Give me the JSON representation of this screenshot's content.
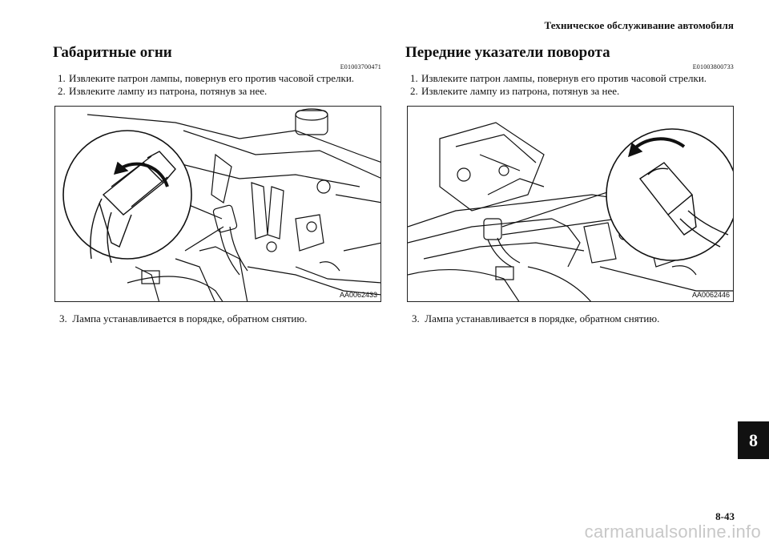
{
  "header": {
    "running_title": "Техническое обслуживание автомобиля"
  },
  "sections": [
    {
      "title": "Габаритные огни",
      "code": "E01003700471",
      "steps": [
        {
          "num": "1.",
          "text": "Извлеките патрон лампы, повернув его против часовой стрелки."
        },
        {
          "num": "2.",
          "text": "Извлеките лампу из патрона, потянув за нее."
        }
      ],
      "figure_code": "AA0062433",
      "step3": {
        "num": "3.",
        "text": "Лампа устанавливается в порядке, обратном снятию."
      }
    },
    {
      "title": "Передние указатели поворота",
      "code": "E01003800733",
      "steps": [
        {
          "num": "1.",
          "text": "Извлеките патрон лампы, повернув его против часовой стрелки."
        },
        {
          "num": "2.",
          "text": "Извлеките лампу из патрона, потянув за нее."
        }
      ],
      "figure_code": "AA0062446",
      "step3": {
        "num": "3.",
        "text": "Лампа устанавливается в порядке, обратном снятию."
      }
    }
  ],
  "chapter_tab": "8",
  "page_number": "8-43",
  "watermark": "carmanualsonline.info"
}
